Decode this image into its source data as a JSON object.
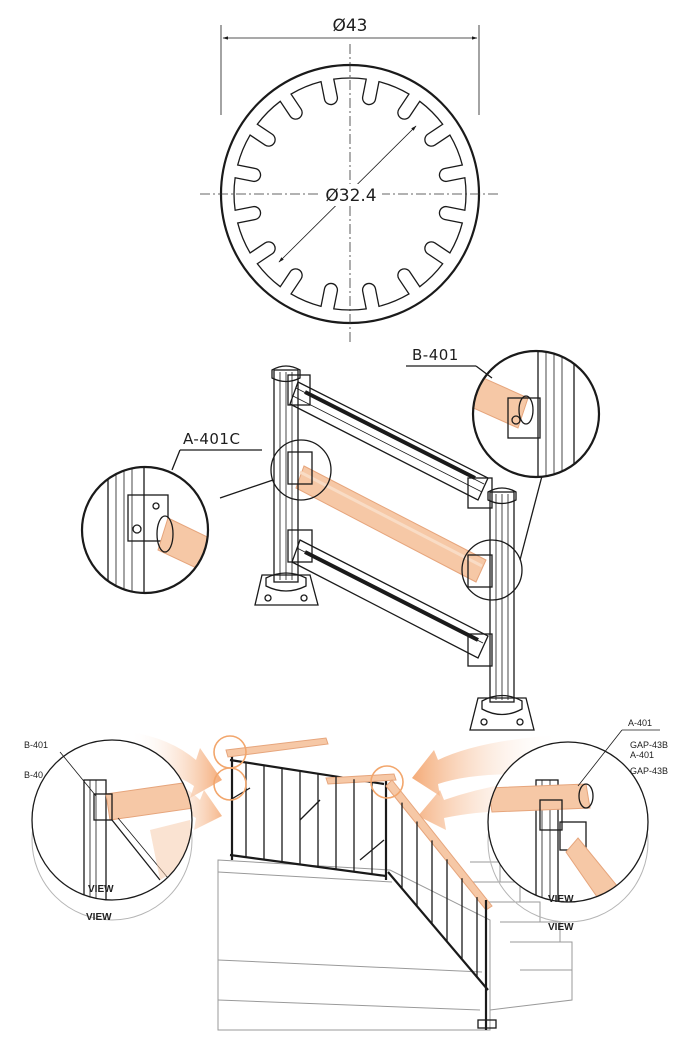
{
  "section": {
    "outer_diameter_label": "Ø43",
    "inner_diameter_label": "Ø32.4",
    "slot_count": 16
  },
  "railing": {
    "callout_right": "B-401",
    "callout_left": "A-401C"
  },
  "stair": {
    "left_detail": {
      "label_top": "B-401",
      "label_second": "B-40",
      "view_label_1": "VIEW",
      "view_label_2": "VIEW"
    },
    "right_detail": {
      "label_1": "A-401",
      "label_2": "GAP-43B",
      "label_3": "A-401",
      "label_4": "GAP-43B",
      "view_label_1": "VIEW",
      "view_label_2": "VIEW"
    }
  },
  "colors": {
    "tube_wood": "#f6c8a6",
    "tube_wood_edge": "#e6a57c",
    "arrow_gradient_start": "#ffffff",
    "arrow_gradient_end": "#f4ab78",
    "circle_marker": "#f2a66c",
    "line": "#1a1a1a"
  }
}
